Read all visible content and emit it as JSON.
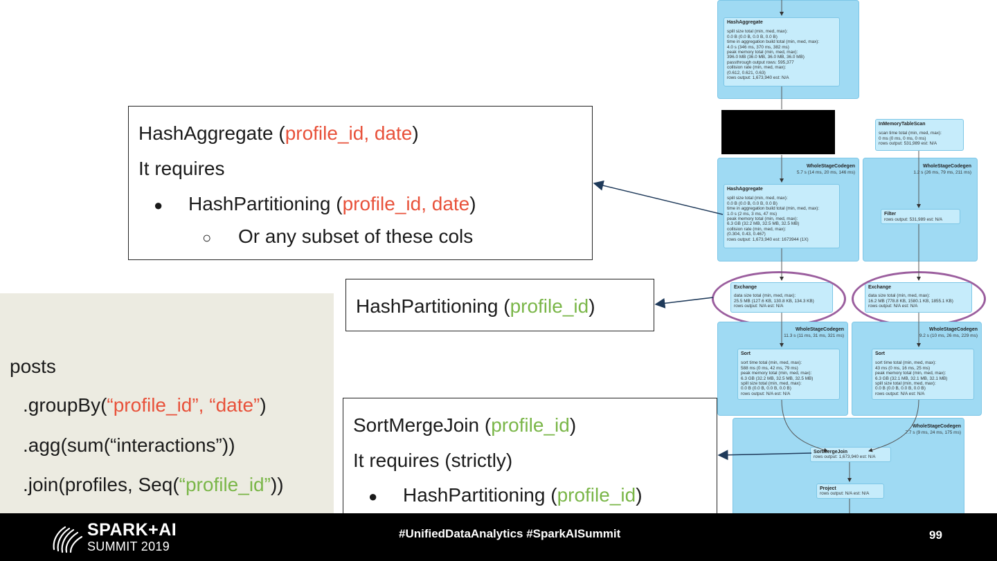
{
  "callout_hashagg": {
    "title_prefix": "HashAggregate (",
    "title_cols": "profile_id, date",
    "title_suffix": ")",
    "requires": "It requires",
    "bullet_prefix": "HashPartitioning (",
    "bullet_cols": "profile_id, date",
    "bullet_suffix": ")",
    "sub_bullet": "Or any subset of these cols"
  },
  "callout_hashpart": {
    "prefix": "HashPartitioning (",
    "cols": "profile_id",
    "suffix": ")"
  },
  "callout_smj": {
    "title_prefix": "SortMergeJoin (",
    "title_cols": "profile_id",
    "title_suffix": ")",
    "requires": "It requires (strictly)",
    "bullet_prefix": "HashPartitioning (",
    "bullet_cols": "profile_id",
    "bullet_suffix": ")"
  },
  "code": {
    "line1": "posts",
    "line2_prefix": ".groupBy(",
    "line2_args": "“profile_id”, “date”",
    "line2_suffix": ")",
    "line3": ".agg(sum(“interactions”))",
    "line4_prefix": ".join(profiles, Seq(",
    "line4_arg": "“profile_id”",
    "line4_suffix": "))"
  },
  "plan": {
    "top_node": {
      "title": "HashAggregate",
      "metrics": [
        "spill size total (min, med, max):",
        "0.0 B (0.0 B, 0.0 B, 0.0 B)",
        "time in aggregation build total (min, med, max):",
        "4.0 s (346 ms, 370 ms, 382 ms)",
        "peak memory total (min, med, max):",
        "396.0 MB (36.0 MB, 36.0 MB, 36.0 MB)",
        "passthrough output rows: 595,377",
        "collision rate (min, med, max):",
        "(0.612, 0.621, 0.63)",
        "rows output: 1,673,940 est: N/A"
      ]
    },
    "stage_left": {
      "title": "WholeStageCodegen",
      "sub": "5.7 s (14 ms, 20 ms, 146 ms)"
    },
    "agg_node": {
      "title": "HashAggregate",
      "metrics": [
        "spill size total (min, med, max):",
        "0.0 B (0.0 B, 0.0 B, 0.0 B)",
        "time in aggregation build total (min, med, max):",
        "1.0 s (2 ms, 3 ms, 47 ms)",
        "peak memory total (min, med, max):",
        "6.3 GB (32.2 MB, 32.5 MB, 32.5 MB)",
        "collision rate (min, med, max):",
        "(0.304, 0.43, 0.467)",
        "rows output: 1,673,940 est: 1673944 (1X)"
      ]
    },
    "scan_node": {
      "title": "InMemoryTableScan",
      "metrics": [
        "scan time total (min, med, max):",
        "0 ms (0 ms, 0 ms, 0 ms)",
        "rows output: 531,989 est: N/A"
      ]
    },
    "stage_right": {
      "title": "WholeStageCodegen",
      "sub": "1.2 s (26 ms, 79 ms, 211 ms)"
    },
    "filter_node": {
      "title": "Filter",
      "metrics": [
        "rows output: 531,989 est: N/A"
      ]
    },
    "exchange_left": {
      "title": "Exchange",
      "metrics": [
        "data size total (min, med, max):",
        "25.5 MB (127.6 KB, 130.8 KB, 134.3 KB)",
        "rows output: N/A est: N/A"
      ]
    },
    "exchange_right": {
      "title": "Exchange",
      "metrics": [
        "data size total (min, med, max):",
        "16.2 MB (778.8 KB, 1580.1 KB, 1855.1 KB)",
        "rows output: N/A est: N/A"
      ]
    },
    "stage_sort_left": {
      "title": "WholeStageCodegen",
      "sub": "11.3 s (11 ms, 31 ms, 321 ms)"
    },
    "sort_left": {
      "title": "Sort",
      "metrics": [
        "sort time total (min, med, max):",
        "588 ms (0 ms, 42 ms, 79 ms)",
        "peak memory total (min, med, max):",
        "6.3 GB (32.2 MB, 32.5 MB, 32.5 MB)",
        "spill size total (min, med, max):",
        "0.0 B (0.0 B, 0.0 B, 0.0 B)",
        "rows output: N/A est: N/A"
      ]
    },
    "stage_sort_right": {
      "title": "WholeStageCodegen",
      "sub": "9.2 s (10 ms, 26 ms, 229 ms)"
    },
    "sort_right": {
      "title": "Sort",
      "metrics": [
        "sort time total (min, med, max):",
        "43 ms (0 ms, 16 ms, 25 ms)",
        "peak memory total (min, med, max):",
        "6.3 GB (32.1 MB, 32.1 MB, 32.1 MB)",
        "spill size total (min, med, max):",
        "0.0 B (0.0 B, 0.0 B, 0.0 B)",
        "rows output: N/A est: N/A"
      ]
    },
    "stage_join": {
      "title": "WholeStageCodegen",
      "sub": "7.7 s (9 ms, 24 ms, 175 ms)"
    },
    "smj_node": {
      "title": "SortMergeJoin",
      "metrics": [
        "rows output: 1,673,940 est: N/A"
      ]
    },
    "project_node": {
      "title": "Project",
      "metrics": [
        "rows output: N/A est: N/A"
      ]
    }
  },
  "footer": {
    "logo_line1": "SPARK+AI",
    "logo_line2": "SUMMIT 2019",
    "hashtags": "#UnifiedDataAnalytics #SparkAISummit",
    "page_number": "99"
  },
  "colors": {
    "accent_red": "#e8513a",
    "accent_green": "#7ab648",
    "stage_blue": "#9fdaf3",
    "node_blue": "#c6ecfb",
    "ellipse_purple": "#9b5e9e",
    "arrow_navy": "#1f3a5a"
  }
}
